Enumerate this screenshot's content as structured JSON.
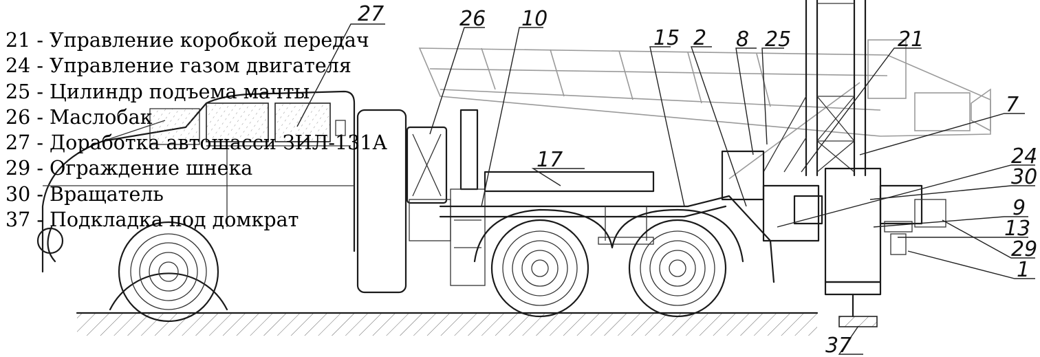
{
  "legend": [
    {
      "num": "21",
      "sep": " - ",
      "text": "Управление коробкой передач"
    },
    {
      "num": "24",
      "sep": " - ",
      "text": "Управление газом двигателя"
    },
    {
      "num": "25",
      "sep": " - ",
      "text": "Цилиндр подъема мачты"
    },
    {
      "num": "26",
      "sep": " - ",
      "text": "Маслобак"
    },
    {
      "num": "27",
      "sep": " - ",
      "text": "Доработка автошасси ЗИЛ-131А"
    },
    {
      "num": "29",
      "sep": " - ",
      "text": "Ограждение шнека"
    },
    {
      "num": "30",
      "sep": " - ",
      "text": "Вращатель"
    },
    {
      "num": "37",
      "sep": " - ",
      "text": "Подкладка под домкрат"
    }
  ],
  "callouts": {
    "n27": "27",
    "n26": "26",
    "n10": "10",
    "n15": "15",
    "n2": "2",
    "n8": "8",
    "n25": "25",
    "n21": "21",
    "n7": "7",
    "n17": "17",
    "n24": "24",
    "n30": "30",
    "n9": "9",
    "n13": "13",
    "n29": "29",
    "n1": "1",
    "n37": "37"
  }
}
